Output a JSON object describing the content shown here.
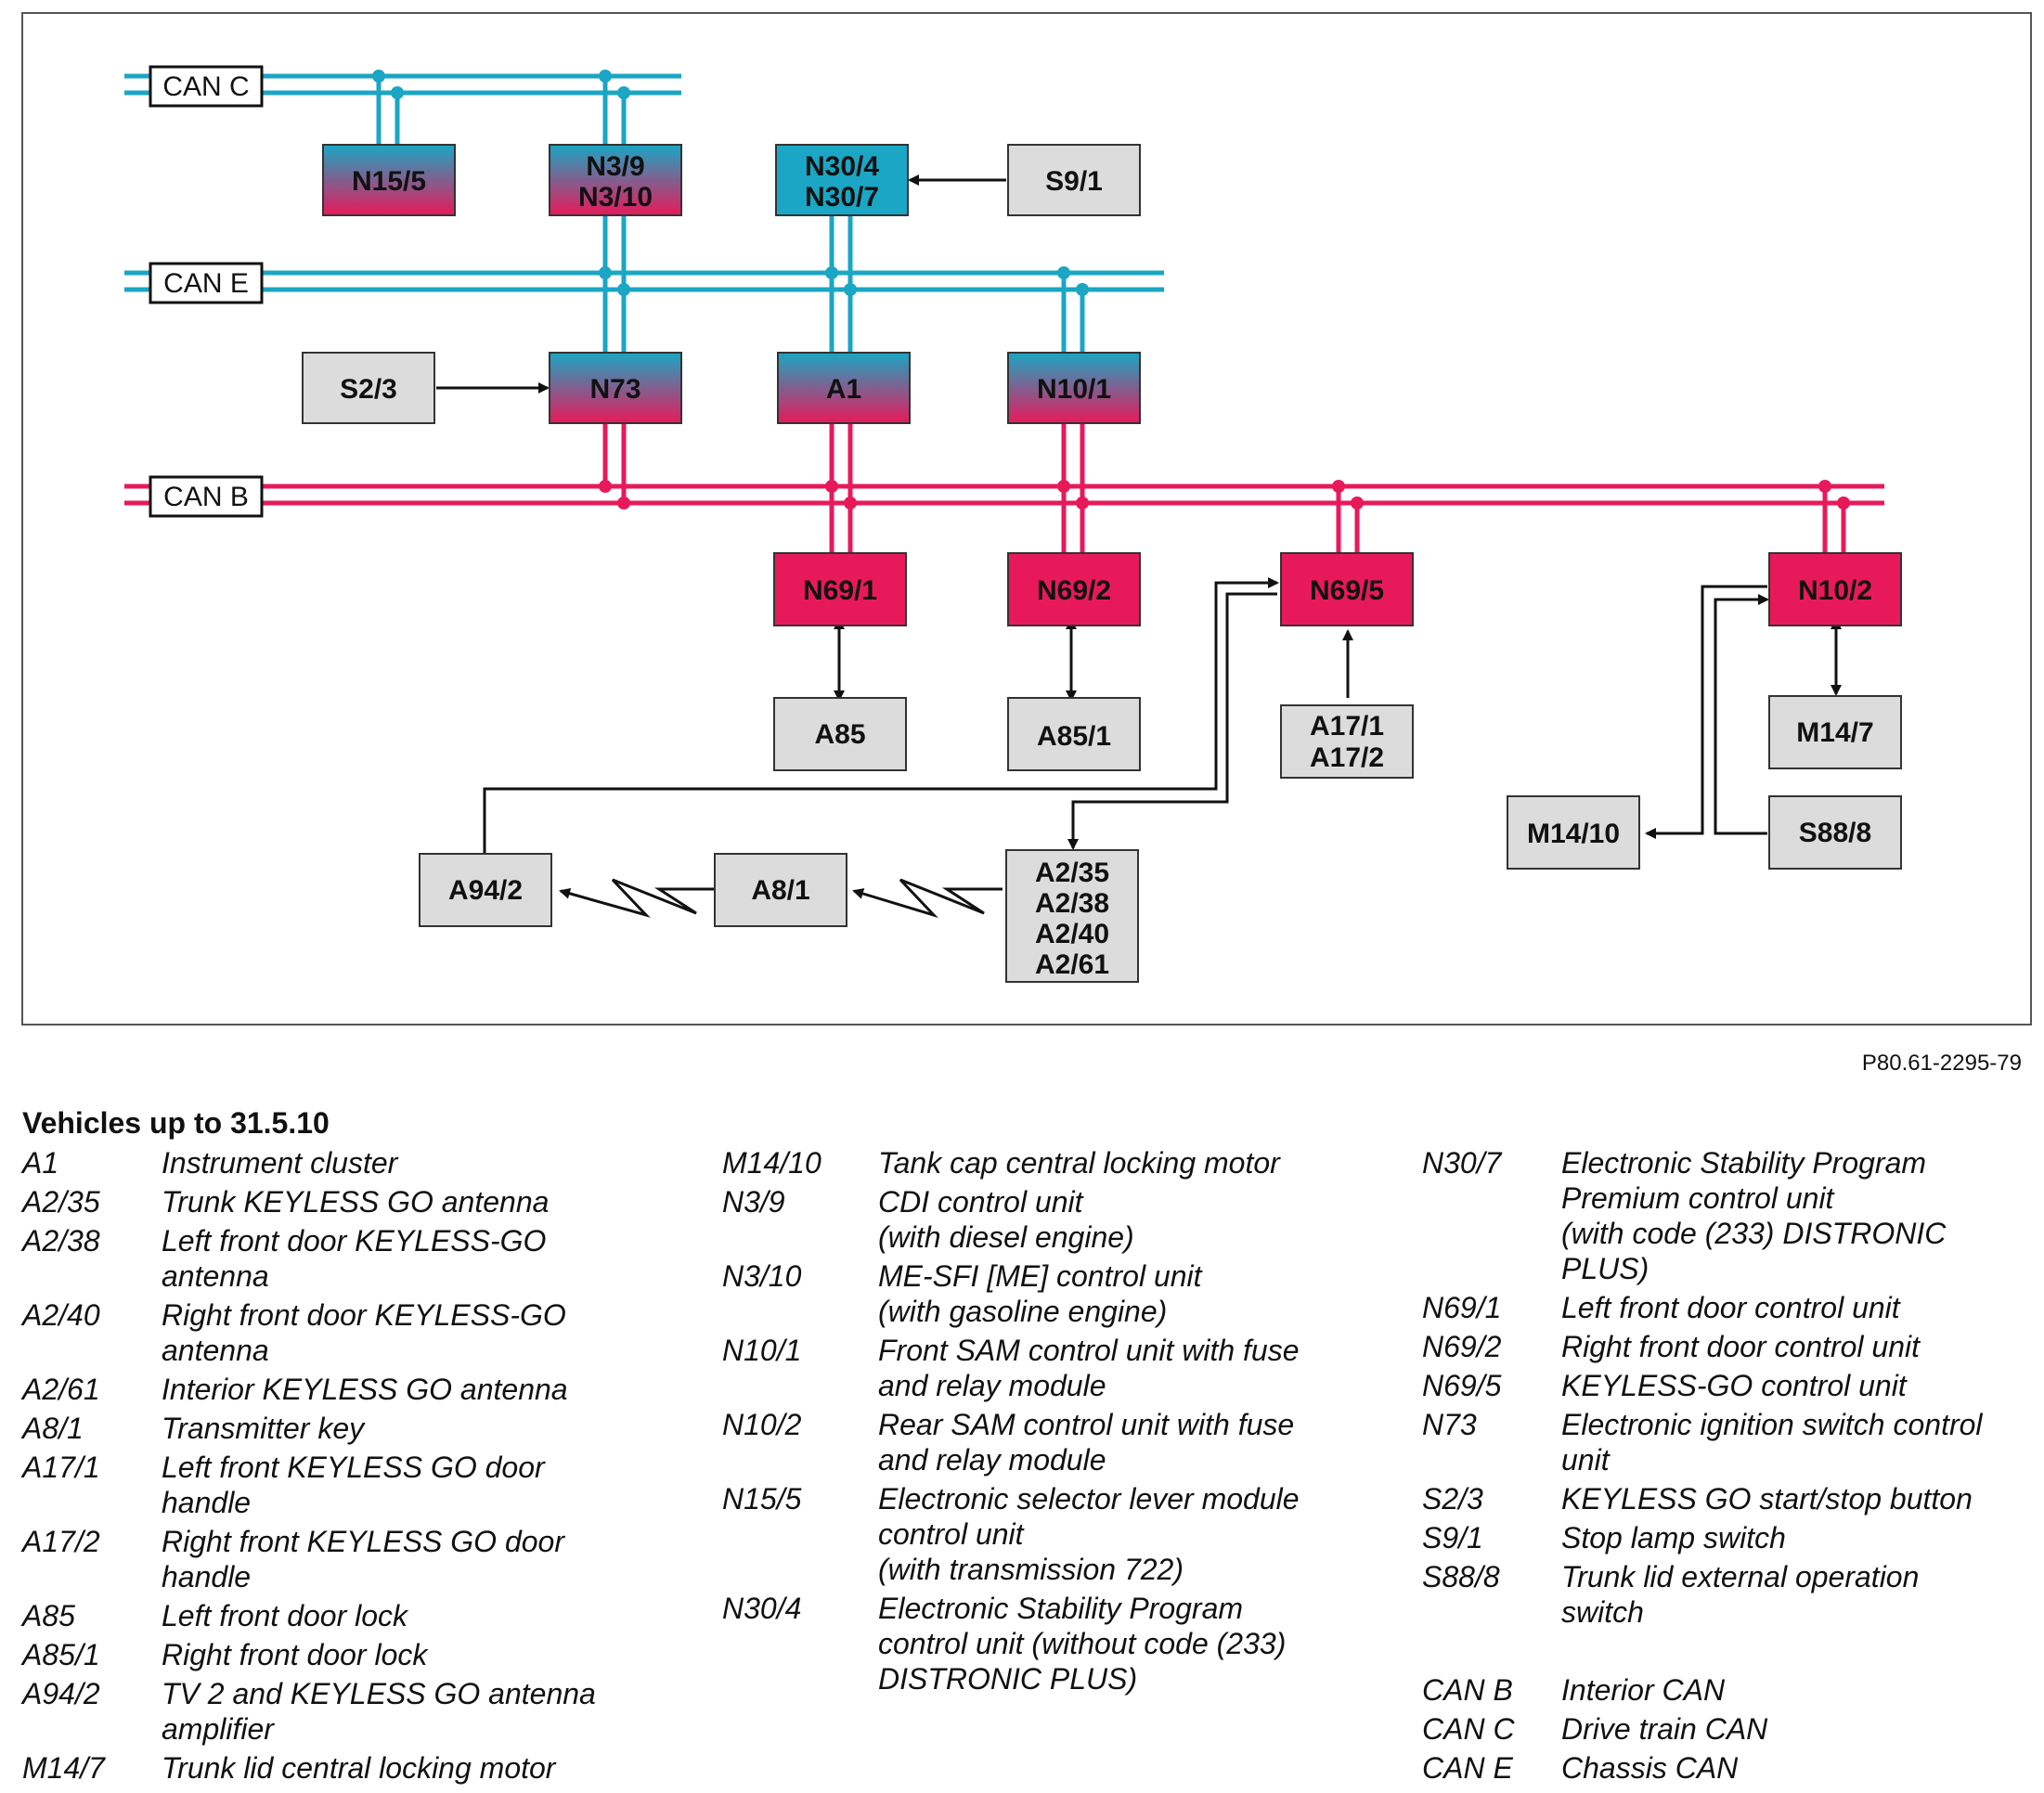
{
  "buses": [
    {
      "id": "can-c",
      "label": "CAN C",
      "color": "#1aa6c4"
    },
    {
      "id": "can-e",
      "label": "CAN E",
      "color": "#1aa6c4"
    },
    {
      "id": "can-b",
      "label": "CAN B",
      "color": "#e8195a"
    }
  ],
  "modules": {
    "n15_5": [
      "N15/5"
    ],
    "n3_9": [
      "N3/9",
      "N3/10"
    ],
    "n30_4": [
      "N30/4",
      "N30/7"
    ],
    "s9_1": [
      "S9/1"
    ],
    "s2_3": [
      "S2/3"
    ],
    "n73": [
      "N73"
    ],
    "a1": [
      "A1"
    ],
    "n10_1": [
      "N10/1"
    ],
    "n69_1": [
      "N69/1"
    ],
    "n69_2": [
      "N69/2"
    ],
    "n69_5": [
      "N69/5"
    ],
    "n10_2": [
      "N10/2"
    ],
    "a85": [
      "A85"
    ],
    "a85_1": [
      "A85/1"
    ],
    "a17": [
      "A17/1",
      "A17/2"
    ],
    "m14_7": [
      "M14/7"
    ],
    "m14_10": [
      "M14/10"
    ],
    "s88_8": [
      "S88/8"
    ],
    "a94_2": [
      "A94/2"
    ],
    "a8_1": [
      "A8/1"
    ],
    "a2": [
      "A2/35",
      "A2/38",
      "A2/40",
      "A2/61"
    ]
  },
  "colors": {
    "bus_teal": "#1aa6c4",
    "bus_pink": "#e8195a",
    "module_grey": "#dcdcdc",
    "gradient_top": "#1aa6c4",
    "gradient_bottom": "#e8195a"
  },
  "reference": "P80.61-2295-79",
  "legend": {
    "title": "Vehicles up to 31.5.10",
    "col1": [
      {
        "code": "A1",
        "desc": "Instrument cluster"
      },
      {
        "code": "A2/35",
        "desc": "Trunk KEYLESS GO antenna"
      },
      {
        "code": "A2/38",
        "desc": "Left front door KEYLESS-GO\nantenna"
      },
      {
        "code": "A2/40",
        "desc": "Right front door KEYLESS-GO\nantenna"
      },
      {
        "code": "A2/61",
        "desc": "Interior KEYLESS GO antenna"
      },
      {
        "code": "A8/1",
        "desc": "Transmitter key"
      },
      {
        "code": "A17/1",
        "desc": "Left front KEYLESS GO door\nhandle"
      },
      {
        "code": "A17/2",
        "desc": "Right front KEYLESS GO door\nhandle"
      },
      {
        "code": "A85",
        "desc": "Left front door lock"
      },
      {
        "code": "A85/1",
        "desc": "Right front door lock"
      },
      {
        "code": "A94/2",
        "desc": "TV 2 and KEYLESS GO antenna\namplifier"
      },
      {
        "code": "M14/7",
        "desc": "Trunk lid central locking motor"
      }
    ],
    "col2": [
      {
        "code": "M14/10",
        "desc": "Tank cap central locking motor"
      },
      {
        "code": "N3/9",
        "desc": "CDI control unit\n(with diesel engine)"
      },
      {
        "code": "N3/10",
        "desc": "ME-SFI [ME] control unit\n(with gasoline engine)"
      },
      {
        "code": "N10/1",
        "desc": "Front SAM control unit with fuse\nand relay module"
      },
      {
        "code": "N10/2",
        "desc": "Rear SAM control unit with fuse\nand relay module"
      },
      {
        "code": "N15/5",
        "desc": "Electronic selector lever module\ncontrol unit\n(with transmission 722)"
      },
      {
        "code": "N30/4",
        "desc": "Electronic Stability Program\ncontrol unit (without code (233)\nDISTRONIC PLUS)"
      }
    ],
    "col3": [
      {
        "code": "N30/7",
        "desc": "Electronic Stability Program\nPremium control unit\n(with code (233) DISTRONIC\nPLUS)"
      },
      {
        "code": "N69/1",
        "desc": "Left front door control unit"
      },
      {
        "code": "N69/2",
        "desc": "Right front door control unit"
      },
      {
        "code": "N69/5",
        "desc": "KEYLESS-GO control unit"
      },
      {
        "code": "N73",
        "desc": "Electronic ignition switch control\nunit"
      },
      {
        "code": "S2/3",
        "desc": "KEYLESS GO start/stop button"
      },
      {
        "code": "S9/1",
        "desc": "Stop lamp switch"
      },
      {
        "code": "S88/8",
        "desc": "Trunk lid external operation\nswitch"
      }
    ],
    "col3_can": [
      {
        "code": "CAN B",
        "desc": "Interior CAN"
      },
      {
        "code": "CAN C",
        "desc": "Drive train CAN"
      },
      {
        "code": "CAN E",
        "desc": "Chassis CAN"
      }
    ]
  }
}
